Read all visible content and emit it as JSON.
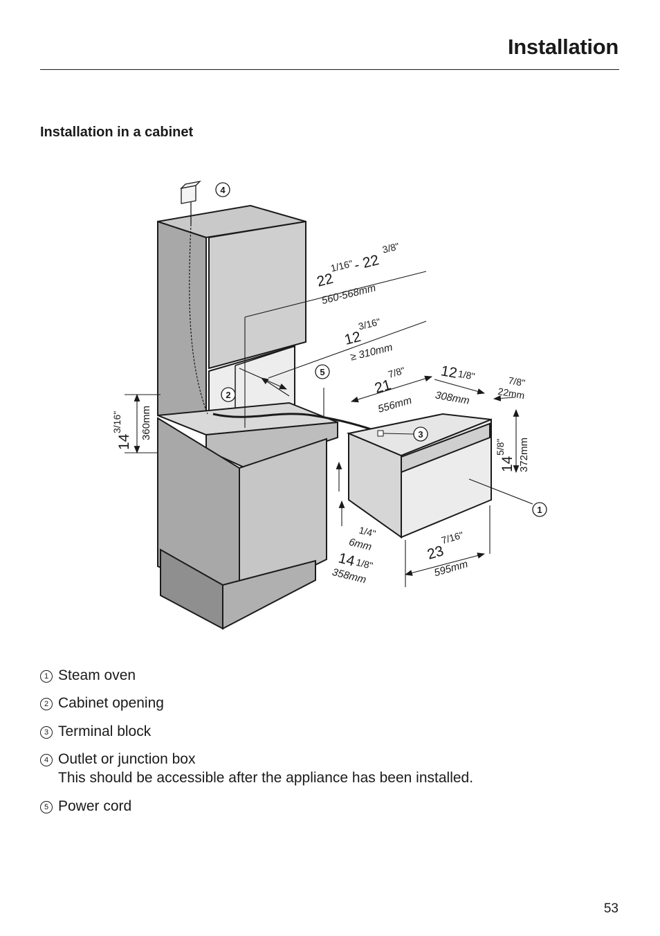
{
  "header": {
    "title": "Installation"
  },
  "section": {
    "title": "Installation in a cabinet"
  },
  "diagram": {
    "callouts": [
      "1",
      "2",
      "3",
      "4",
      "5"
    ],
    "dimensions": {
      "depth_range_in_main": "22",
      "depth_range_in_frac1": "1/16\"",
      "depth_range_in_dash": "- 22",
      "depth_range_in_frac2": "3/8\"",
      "depth_range_mm": "560-568mm",
      "min_depth_in_main": "12",
      "min_depth_in_frac": "3/16\"",
      "min_depth_mm": "≥ 310mm",
      "width_in_main": "21",
      "width_in_frac": "7/8\"",
      "width_mm": "556mm",
      "depth_in_main": "12",
      "depth_in_frac": "1/8\"",
      "depth_mm": "308mm",
      "front_in": "7/8\"",
      "front_mm": "22mm",
      "height_in_main": "14",
      "height_in_frac": "5/8\"",
      "height_mm": "372mm",
      "niche_height_in_main": "14",
      "niche_height_in_frac": "3/16\"",
      "niche_height_mm": "360mm",
      "gap_in": "1/4\"",
      "gap_mm": "6mm",
      "body_height_in_main": "14",
      "body_height_in_frac": "1/8\"",
      "body_height_mm": "358mm",
      "front_width_in_main": "23",
      "front_width_in_frac": "7/16\"",
      "front_width_mm": "595mm"
    }
  },
  "legend": [
    {
      "num": "1",
      "label": "Steam oven"
    },
    {
      "num": "2",
      "label": "Cabinet opening"
    },
    {
      "num": "3",
      "label": "Terminal block"
    },
    {
      "num": "4",
      "label": "Outlet or junction box",
      "note": "This should be accessible after the appliance has been installed."
    },
    {
      "num": "5",
      "label": "Power cord"
    }
  ],
  "footer": {
    "page_number": "53"
  }
}
